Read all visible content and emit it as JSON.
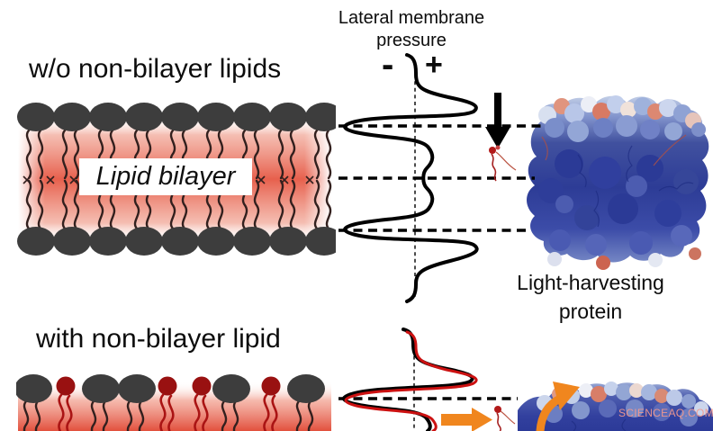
{
  "top_panel": {
    "title": "w/o non-bilayer lipids",
    "bilayer_label": "Lipid bilayer",
    "pressure_axis_title": "Lateral membrane pressure",
    "pressure_minus": "-",
    "pressure_plus": "+",
    "protein_label": "Light-harvesting protein"
  },
  "bottom_panel": {
    "title": "with non-bilayer lipid"
  },
  "watermark": "SCIENCEAQ.COM",
  "colors": {
    "lipid_head_gray": "#3d3d3d",
    "nonbilayer_head_red": "#991111",
    "tail_dark": "#33201e",
    "tail_red": "#aa1414",
    "membrane_red": "#e7604d",
    "pressure_curve_black": "#000000",
    "pressure_curve_red": "#cc1111",
    "arrow_black": "#000000",
    "arrow_orange": "#f0861e",
    "protein_blue_dark": "#2d3c96",
    "protein_blue_light": "#c2cee6"
  }
}
